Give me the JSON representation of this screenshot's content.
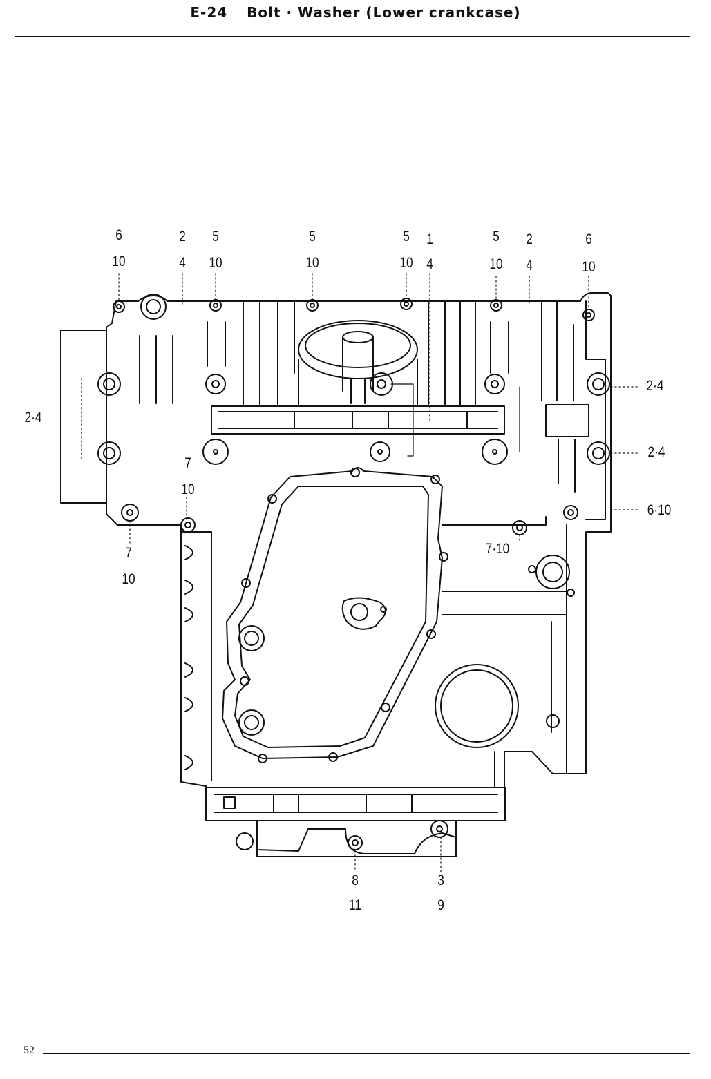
{
  "header": {
    "code": "E-24",
    "title": "Bolt · Washer (Lower crankcase)"
  },
  "footer": {
    "page_number": "52"
  },
  "callouts": {
    "c01a": "6",
    "c01b": "10",
    "c02a": "2",
    "c02b": "4",
    "c03a": "5",
    "c03b": "10",
    "c04a": "5",
    "c04b": "10",
    "c05a": "5",
    "c05b": "10",
    "c06a": "1",
    "c06b": "4",
    "c07a": "5",
    "c07b": "10",
    "c08a": "2",
    "c08b": "4",
    "c09a": "6",
    "c09b": "10",
    "c10": "2·4",
    "c11": "2·4",
    "c12": "2·4",
    "c13": "6·10",
    "c14a": "7",
    "c14b": "10",
    "c15a": "7",
    "c15b": "10",
    "c16": "7·10",
    "c17a": "8",
    "c17b": "11",
    "c18a": "3",
    "c18b": "9"
  },
  "colors": {
    "ink": "#111111",
    "paper": "#ffffff"
  }
}
